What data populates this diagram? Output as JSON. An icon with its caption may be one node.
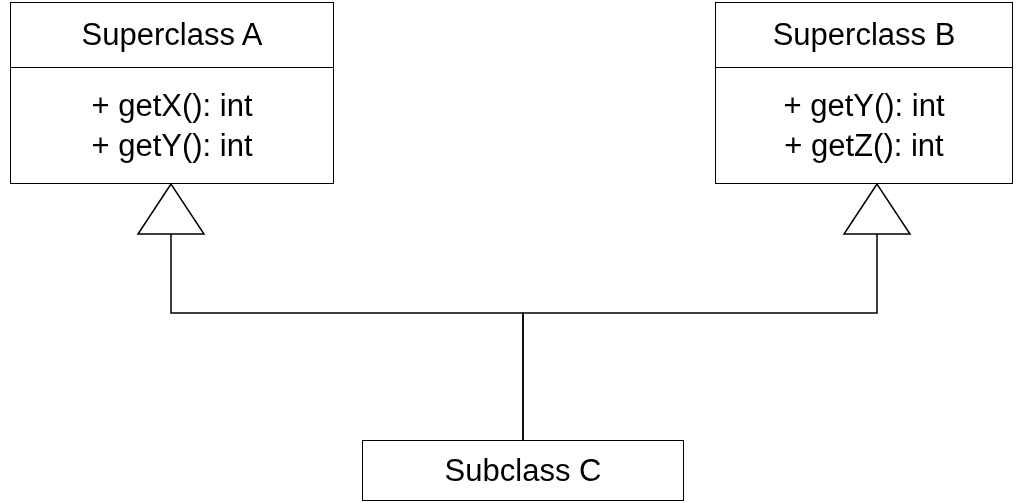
{
  "diagram": {
    "nodes": [
      {
        "text": [
          "Superclass A",
          "+ getX(): int",
          "+ getY(): int"
        ]
      },
      {
        "text": [
          "Superclass B",
          "+ getY(): int",
          "+ getZ(): int"
        ]
      },
      {
        "text": [
          "Subclass C"
        ]
      }
    ],
    "edges": [
      {
        "from": 2,
        "to": 0,
        "arrow": "to"
      },
      {
        "from": 2,
        "to": 1,
        "arrow": "to"
      }
    ]
  }
}
